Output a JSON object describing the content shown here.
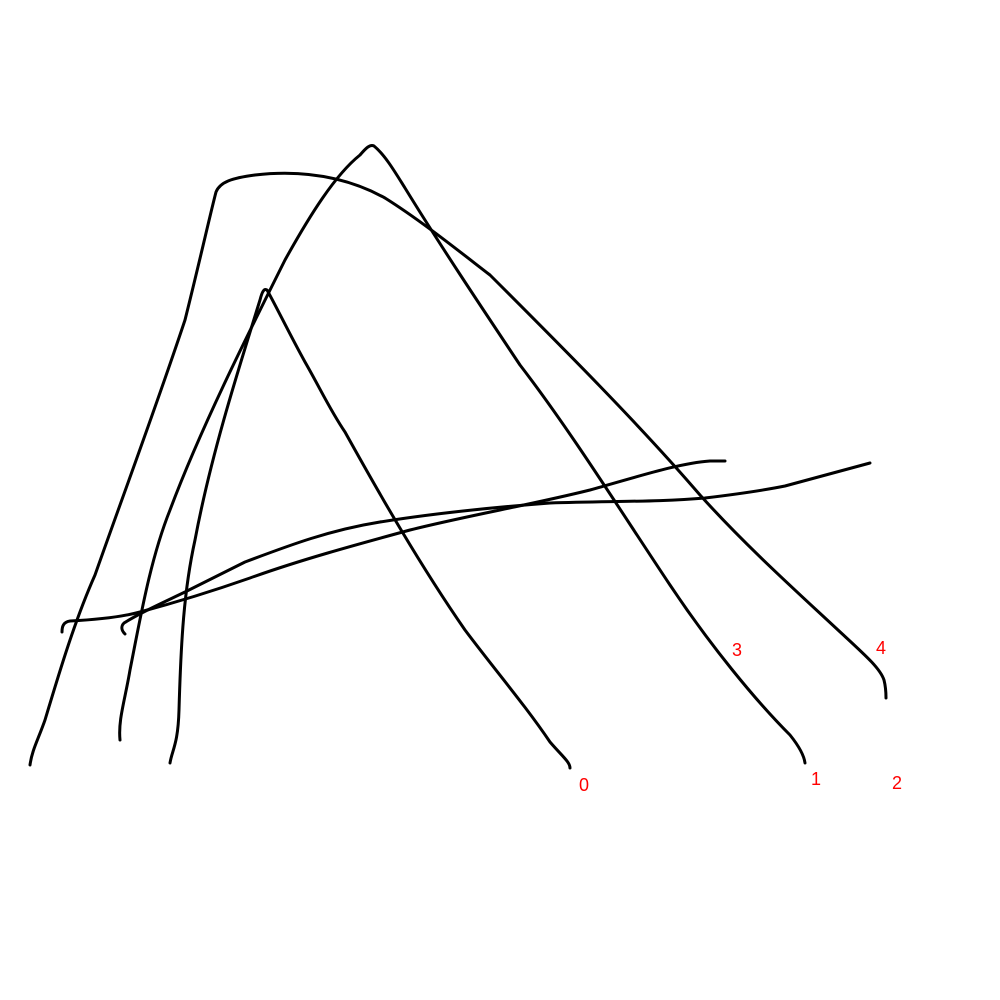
{
  "colors": {
    "background": "#ffffff",
    "stroke": "#000000",
    "label": "#ff0000"
  },
  "strokes": [
    {
      "label": "0"
    },
    {
      "label": "1"
    },
    {
      "label": "2"
    },
    {
      "label": "3"
    },
    {
      "label": "4"
    }
  ]
}
